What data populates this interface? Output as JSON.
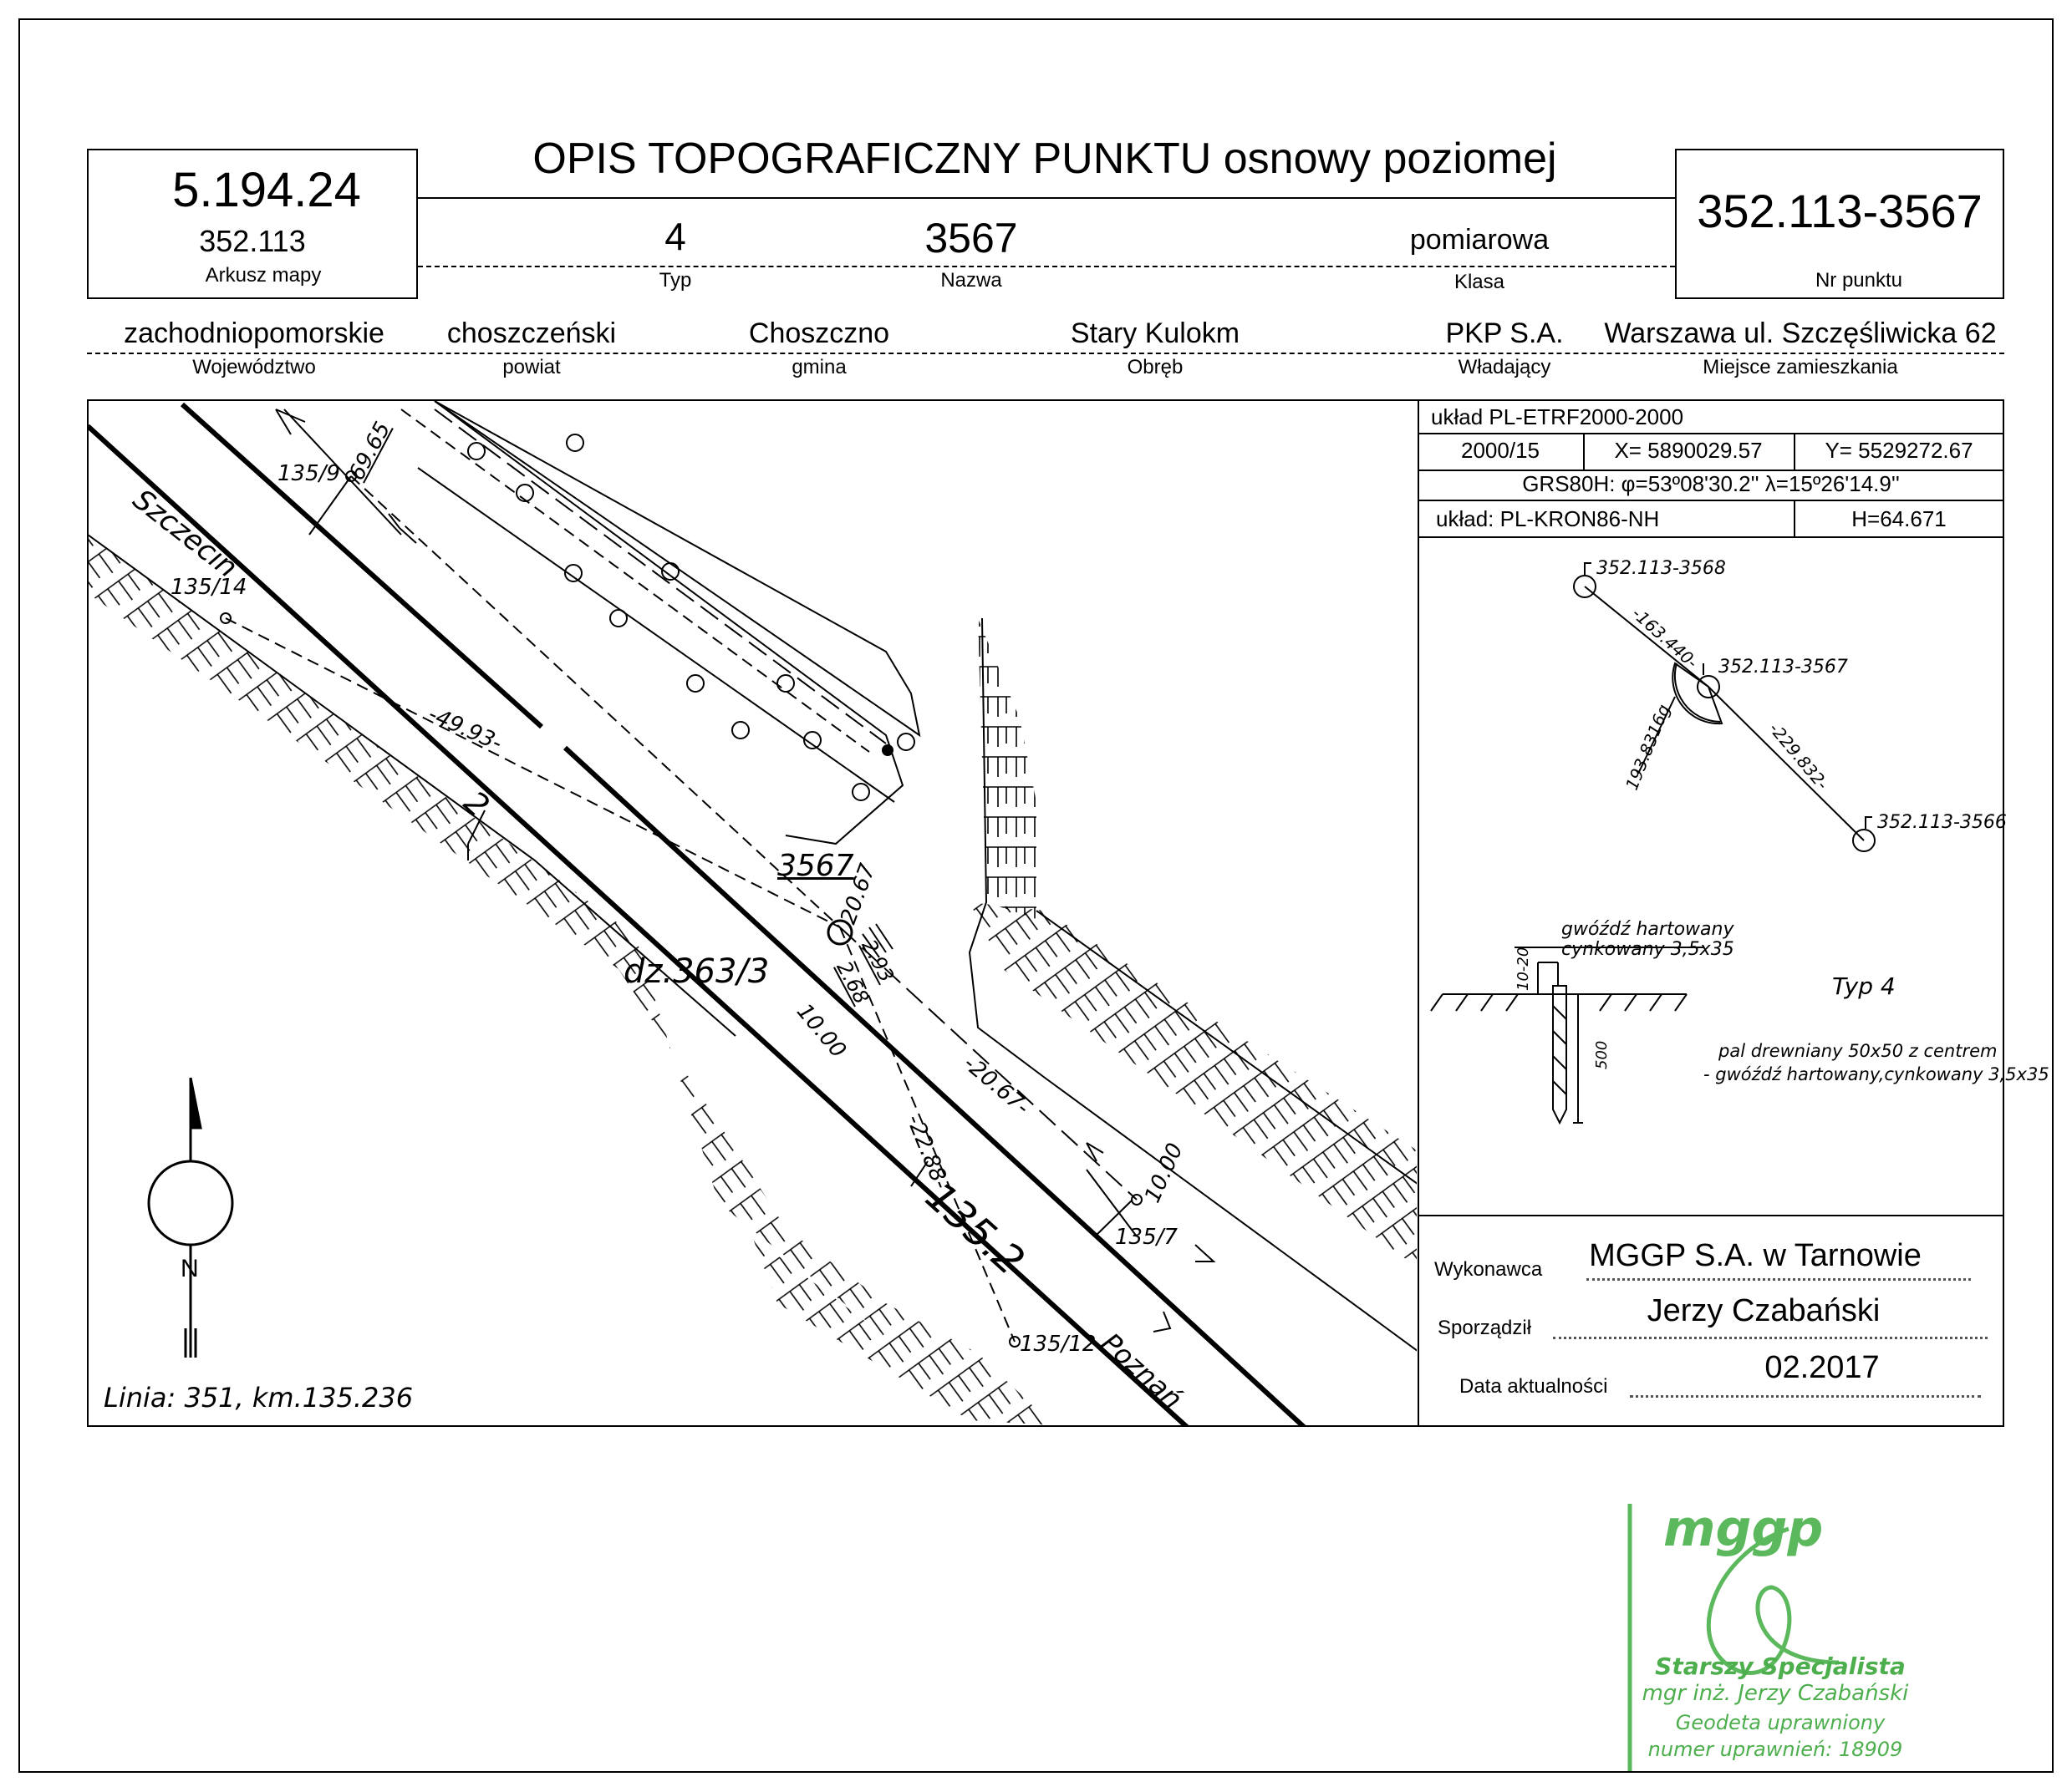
{
  "header": {
    "title": "OPIS TOPOGRAFICZNY PUNKTU osnowy poziomej",
    "godlo": "5.194.24",
    "arkusz_value": "352.113",
    "arkusz_label": "Arkusz mapy",
    "typ_value": "4",
    "typ_label": "Typ",
    "nazwa_value": "3567",
    "nazwa_label": "Nazwa",
    "klasa_value": "pomiarowa",
    "klasa_label": "Klasa",
    "nr_punktu_value": "352.113-3567",
    "nr_punktu_label": "Nr punktu"
  },
  "admin": {
    "wojewodztwo_value": "zachodniopomorskie",
    "wojewodztwo_label": "Województwo",
    "powiat_value": "choszczeński",
    "powiat_label": "powiat",
    "gmina_value": "Choszczno",
    "gmina_label": "gmina",
    "obreb_value": "Stary Kulokm",
    "obreb_label": "Obręb",
    "wladajacy_value": "PKP S.A.",
    "wladajacy_label": "Władający",
    "miejsce_value": "Warszawa ul. Szczęśliwicka 62",
    "miejsce_label": "Miejsce zamieszkania"
  },
  "coords": {
    "uklad1": "układ PL-ETRF2000-2000",
    "strefa": "2000/15",
    "x": "X= 5890029.57",
    "y": "Y= 5529272.67",
    "grs": "GRS80H: φ=53º08'30.2'' λ=15º26'14.9''",
    "uklad2": "układ: PL-KRON86-NH",
    "h": "H=64.671"
  },
  "network": {
    "p1": "352.113-3568",
    "p2": "352.113-3567",
    "p3": "352.113-3566",
    "d1": "-163.440-",
    "d2": "-229.832-",
    "angle": "193.8316g"
  },
  "mark": {
    "nail1": "gwóźdź hartowany",
    "nail2": "cynkowany 3,5x35",
    "dim1": "10-20",
    "dim2": "500",
    "typ": "Typ 4",
    "desc1": "pal drewniany 50x50 z centrem",
    "desc2": "- gwóźdź hartowany,cynkowany 3,5x35"
  },
  "footer": {
    "wykonawca_label": "Wykonawca",
    "wykonawca_value": "MGGP S.A.  w Tarnowie",
    "sporzadzil_label": "Sporządził",
    "sporzadzil_value": "Jerzy Czabański",
    "data_label": "Data aktualności",
    "data_value": "02.2017"
  },
  "sketch": {
    "szczecin": "Szczecin",
    "poznan": "Poznań",
    "parcel": "dz.363/3",
    "km": "135.2",
    "track2": "2",
    "point": "3567",
    "p135_9": "135/9",
    "p135_14": "135/14",
    "p135_7": "135/7",
    "p135_12": "135/12",
    "d6965": "69.65",
    "d4993": "-49.93-",
    "d2067a": "20.67",
    "d293": "2.93",
    "d268": "2.68",
    "d1000a": "10.00",
    "d2067b": "-20.67-",
    "d2288": "-22.88-",
    "d1000b": "10.00",
    "north": "N",
    "linia": "Linia: 351, km.135.236"
  },
  "stamp": {
    "logo": "mggp",
    "l1": "Starszy Specjalista",
    "l2": "mgr inż. Jerzy Czabański",
    "l3": "Geodeta uprawniony",
    "l4": "numer uprawnień: 18909"
  }
}
